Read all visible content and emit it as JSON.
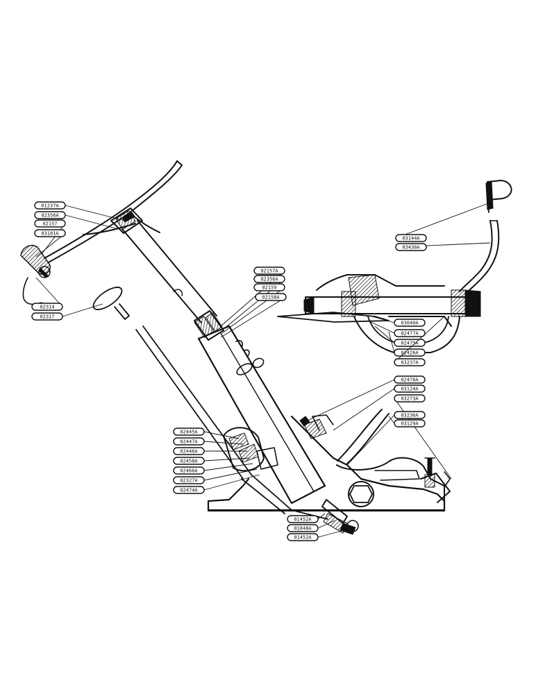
{
  "diagram": {
    "style": "exploded parts drawing, steering column and gear assembly",
    "ink_color": "#111111",
    "background": "#ffffff",
    "callouts": [
      {
        "id": "c1",
        "label": "01237A"
      },
      {
        "id": "c2",
        "label": "02356A"
      },
      {
        "id": "c3",
        "label": "02157"
      },
      {
        "id": "c4",
        "label": "03181A"
      },
      {
        "id": "c5",
        "label": "02314"
      },
      {
        "id": "c6",
        "label": "02317"
      },
      {
        "id": "c7",
        "label": "02157A"
      },
      {
        "id": "c8",
        "label": "02356A"
      },
      {
        "id": "c9",
        "label": "02159"
      },
      {
        "id": "c10",
        "label": "02158A"
      },
      {
        "id": "c11",
        "label": "03144A"
      },
      {
        "id": "c12",
        "label": "03430A"
      },
      {
        "id": "c13",
        "label": "03040A"
      },
      {
        "id": "c14",
        "label": "02477A"
      },
      {
        "id": "c15",
        "label": "02475A"
      },
      {
        "id": "c16",
        "label": "02426A"
      },
      {
        "id": "c17",
        "label": "03237A"
      },
      {
        "id": "c18",
        "label": "02478A"
      },
      {
        "id": "c19",
        "label": "03124A"
      },
      {
        "id": "c20",
        "label": "03273A"
      },
      {
        "id": "c21",
        "label": "03236A"
      },
      {
        "id": "c22",
        "label": "02445A"
      },
      {
        "id": "c23",
        "label": "02447A"
      },
      {
        "id": "c24",
        "label": "02446A"
      },
      {
        "id": "c25",
        "label": "02458A"
      },
      {
        "id": "c26",
        "label": "02466A"
      },
      {
        "id": "c27",
        "label": "02327A"
      },
      {
        "id": "c28",
        "label": "02474A"
      },
      {
        "id": "c29",
        "label": "01452A"
      },
      {
        "id": "c30",
        "label": "01848A"
      },
      {
        "id": "c31",
        "label": "01452A"
      },
      {
        "id": "c32",
        "label": "03129A"
      }
    ]
  }
}
